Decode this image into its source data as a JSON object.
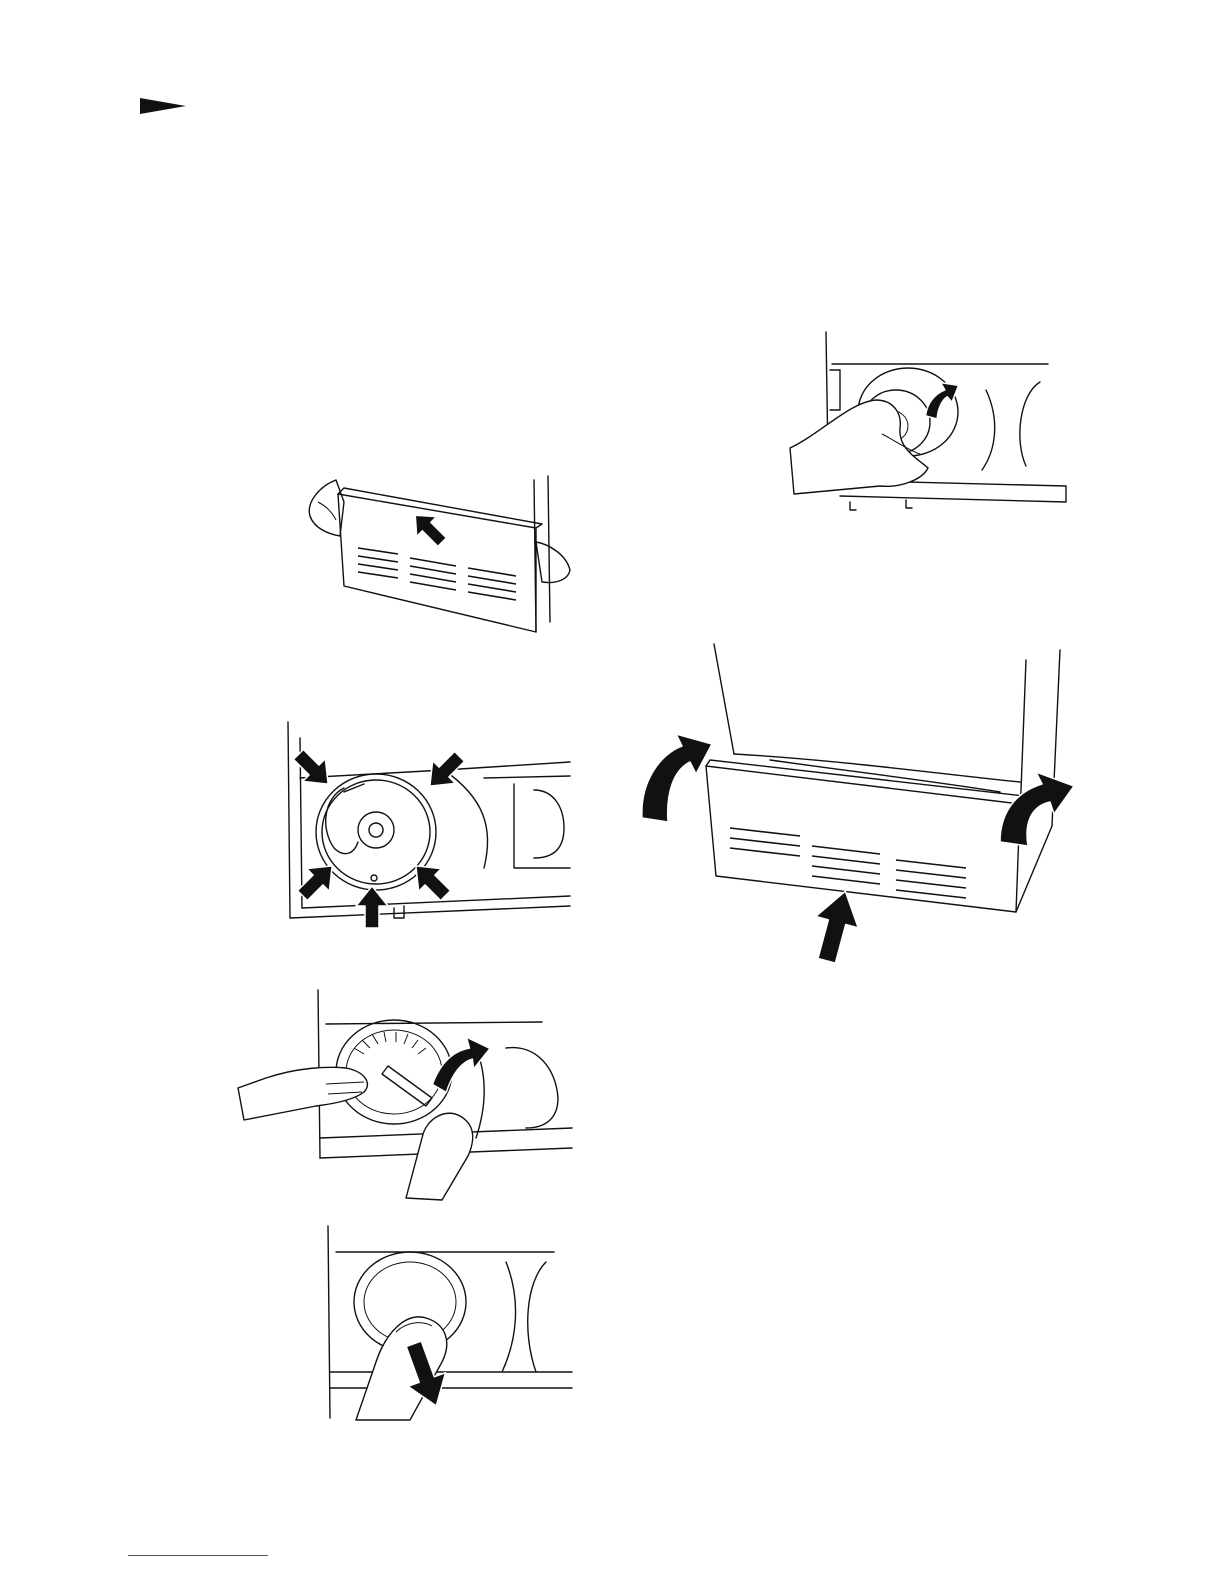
{
  "page": {
    "background": "#ffffff",
    "ink_color": "#111111",
    "rule_color": "#2b4fd8"
  },
  "icons": {
    "section_marker": "triangle-pointer-icon",
    "direction": "arrow-icon"
  },
  "figures": [
    {
      "id": "fig-remove-kickplate",
      "arrows": 1
    },
    {
      "id": "fig-fan-cover-clips",
      "arrows": 5
    },
    {
      "id": "fig-unscrew-fan-nut",
      "arrows": 1
    },
    {
      "id": "fig-pull-out-fan",
      "arrows": 1
    },
    {
      "id": "fig-refit-fan",
      "arrows": 1
    },
    {
      "id": "fig-refit-kickplate",
      "arrows": 3
    }
  ]
}
